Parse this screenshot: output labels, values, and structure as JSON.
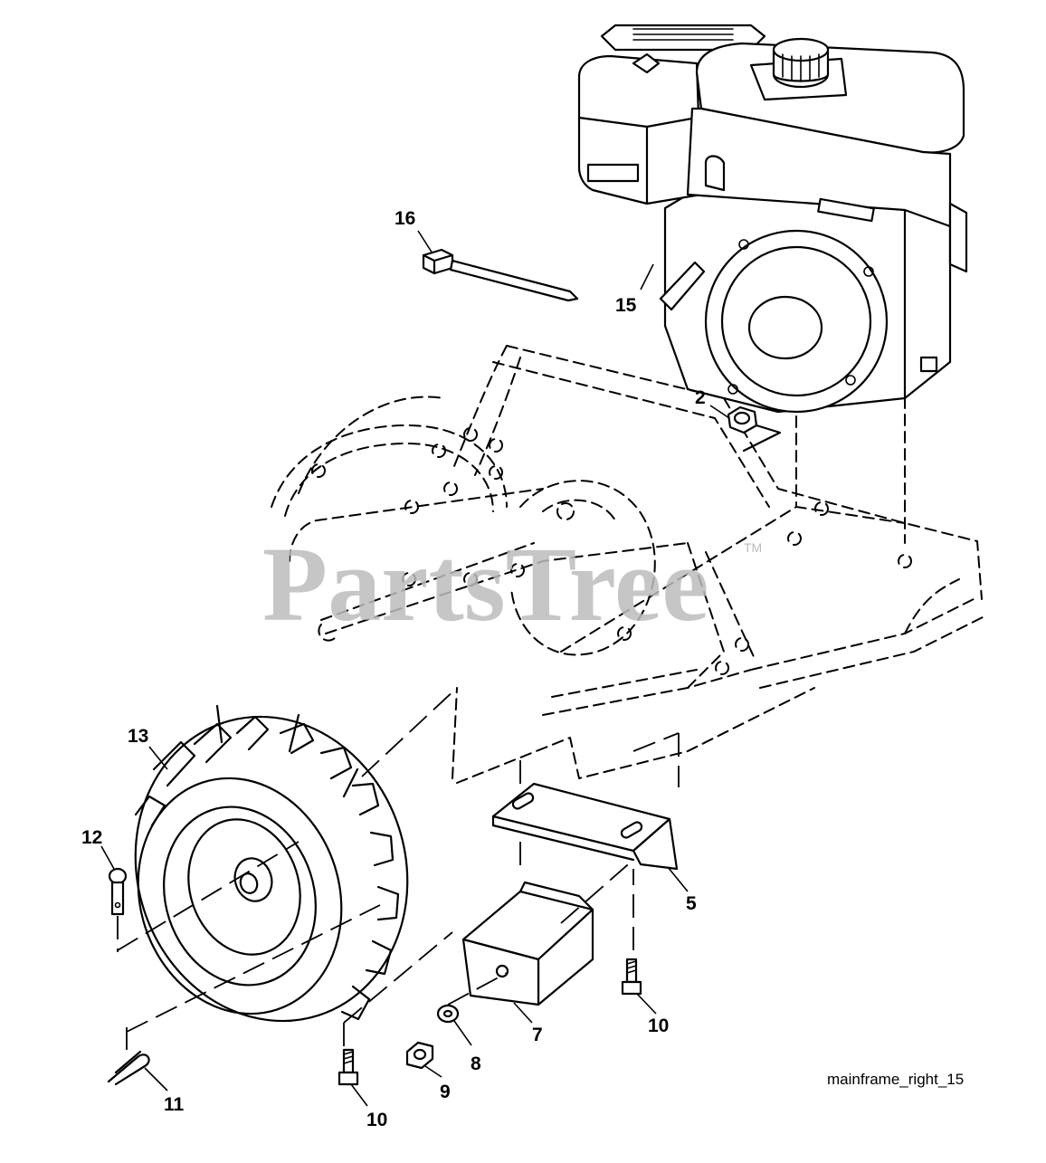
{
  "diagram": {
    "watermark": "PartsTree",
    "watermark_mark": "TM",
    "caption": "mainframe_right_15",
    "callouts": {
      "c2": "2",
      "c5": "5",
      "c7": "7",
      "c8": "8",
      "c9": "9",
      "c10a": "10",
      "c10b": "10",
      "c11": "11",
      "c12": "12",
      "c13": "13",
      "c15": "15",
      "c16": "16"
    }
  }
}
